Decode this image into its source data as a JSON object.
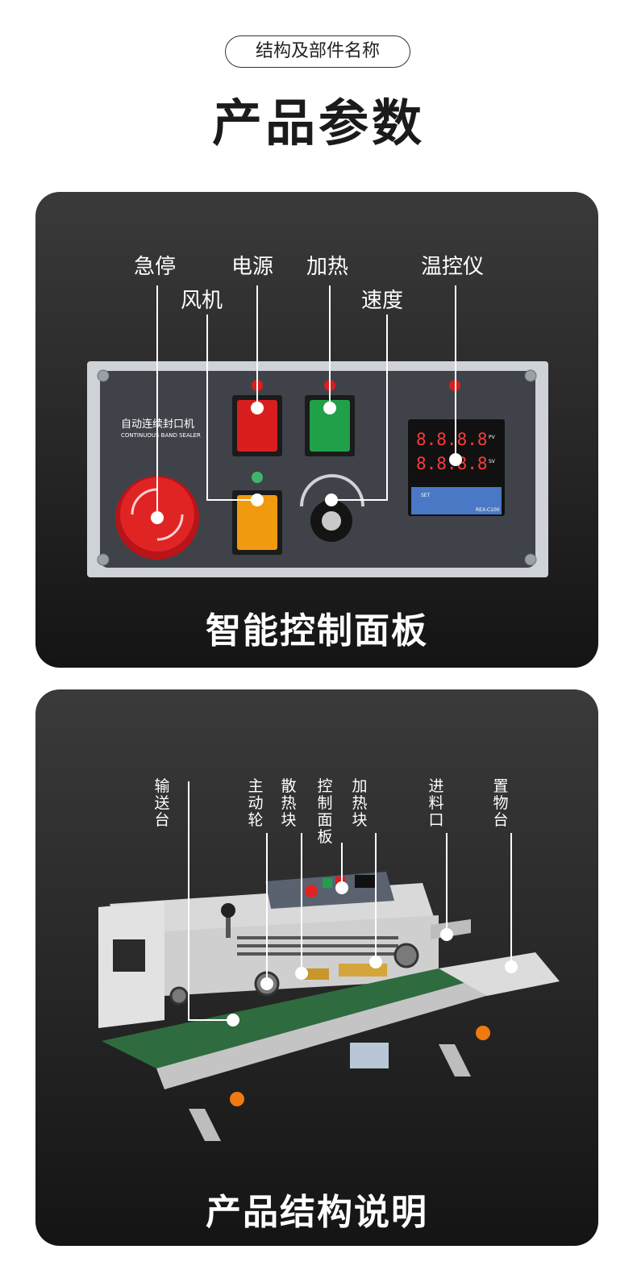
{
  "header": {
    "pill": "结构及部件名称",
    "title": "产品参数"
  },
  "panel_card": {
    "labels": {
      "emergency_stop": "急停",
      "power": "电源",
      "heating": "加热",
      "thermostat": "温控仪",
      "fan": "风机",
      "speed": "速度"
    },
    "plate_text_cn": "自动连续封口机",
    "plate_text_en": "CONTINUOUS BAND SEALER",
    "display_pv": "8.8.8.8",
    "display_sv": "8.8.8.8",
    "pv_tag": "PV",
    "sv_tag": "SV",
    "model": "REX-C100",
    "set_key": "SET",
    "caption": "智能控制面板"
  },
  "machine_card": {
    "labels": {
      "conveyor": "输送台",
      "drive_wheel": "主动轮",
      "heat_sink": "散热块",
      "control_panel": "控制面板",
      "heating_block": "加热块",
      "feed_inlet": "进料口",
      "rest_table": "置物台"
    },
    "caption": "产品结构说明"
  },
  "colors": {
    "card_top": "#3a3a3a",
    "card_bottom": "#141414",
    "panel_plate": "#3f4349",
    "power_switch": "#d81e1e",
    "heating_switch": "#20a048",
    "fan_switch": "#f09a10",
    "estop": "#e02424",
    "belt": "#2e6b3e"
  }
}
